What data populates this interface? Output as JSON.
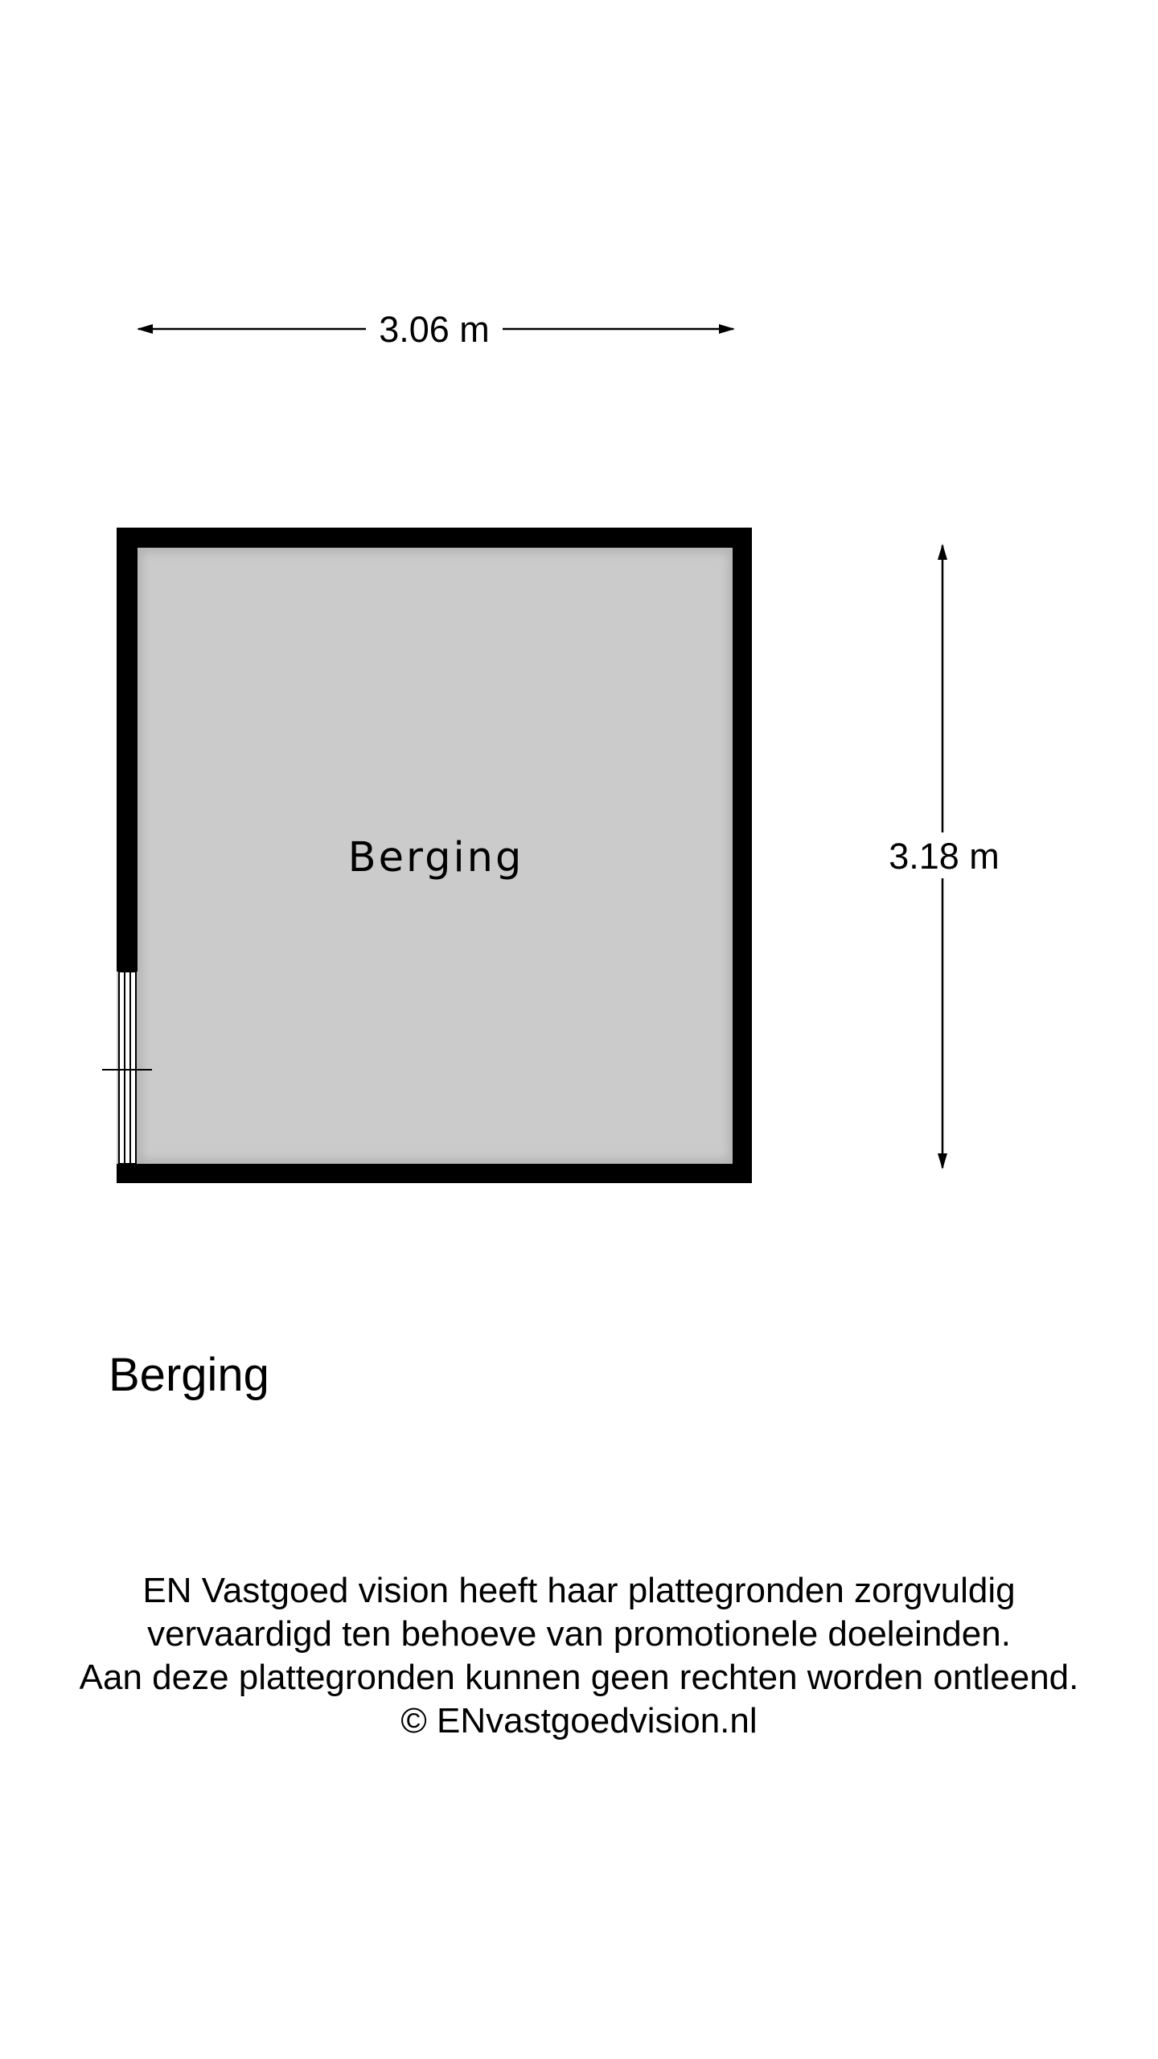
{
  "dimensions": {
    "width_label": "3.06 m",
    "depth_label": "3.18 m"
  },
  "room": {
    "name": "Berging"
  },
  "floor_caption": "Berging",
  "disclaimer": {
    "lines": [
      "EN Vastgoed vision heeft haar plattegronden zorgvuldig",
      "vervaardigd ten behoeve van promotionele doeleinden.",
      "Aan deze plattegronden kunnen geen rechten worden ontleend.",
      "© ENvastgoedvision.nl"
    ]
  },
  "colors": {
    "wall": "#000000",
    "floor": "#cbcbcb",
    "background": "#ffffff"
  }
}
